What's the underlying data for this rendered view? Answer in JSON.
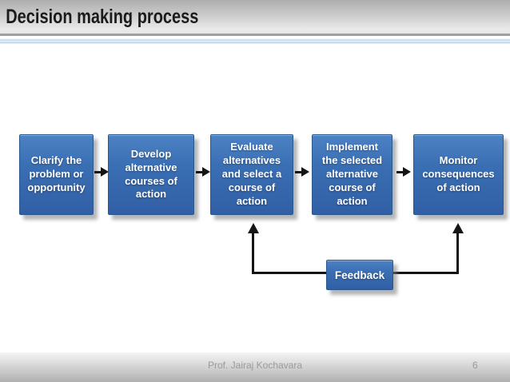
{
  "slide": {
    "title": "Decision making process",
    "footer": {
      "author": "Prof. Jairaj Kochavara",
      "page_number": "6"
    }
  },
  "process": {
    "steps": [
      {
        "label": "Clarify the problem or opportunity"
      },
      {
        "label": "Develop alternative courses of action"
      },
      {
        "label": "Evaluate alternatives and select a course of action"
      },
      {
        "label": "Implement the selected alternative course of action"
      },
      {
        "label": "Monitor consequences of action"
      }
    ],
    "feedback_label": "Feedback"
  },
  "colors": {
    "step_fill": "#3a6eb3",
    "step_border": "#29588f",
    "step_text": "#ffffff",
    "arrow": "#151515",
    "title_text": "#1b1b1b",
    "title_bar_gradient_top": "#aeaeae",
    "title_bar_gradient_bottom": "#ebebeb",
    "accent_bar_blue": "#b7cfe7",
    "footer_text": "#9a9a9a",
    "footer_band_top": "#f5f5f5",
    "footer_band_bottom": "#b0b0b0"
  }
}
